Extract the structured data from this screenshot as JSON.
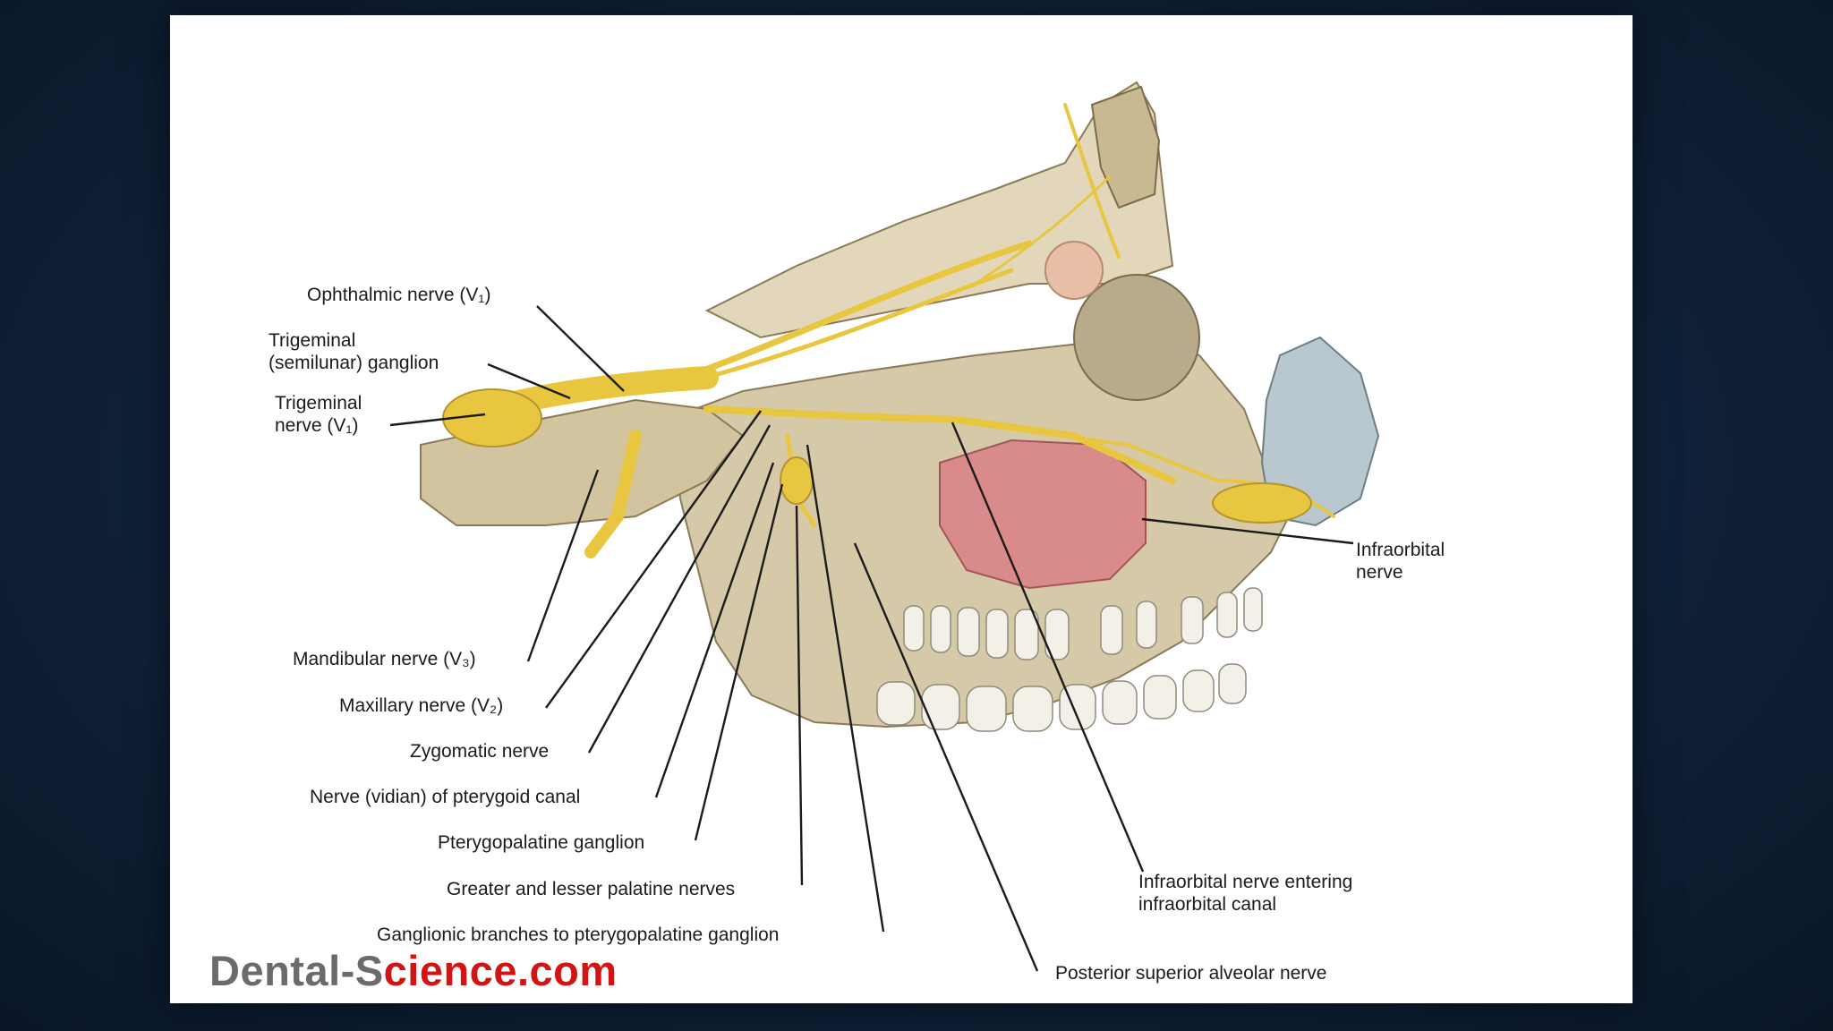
{
  "labels": {
    "ophthalmic": "Ophthalmic nerve (V₁)",
    "trig_ganglion": "Trigeminal\n(semilunar) ganglion",
    "trig_nerve": "Trigeminal\nnerve (V₁)",
    "mandibular": "Mandibular nerve (V₃)",
    "maxillary": "Maxillary nerve (V₂)",
    "zygomatic": "Zygomatic nerve",
    "vidian": "Nerve (vidian) of pterygoid canal",
    "ptery_ganglion": "Pterygopalatine ganglion",
    "palatine": "Greater and lesser palatine nerves",
    "ganglionic": "Ganglionic branches to pterygopalatine ganglion",
    "infraorbital": "Infraorbital\nnerve",
    "infra_canal": "Infraorbital nerve entering\ninfraorbital canal",
    "psa": "Posterior superior alveolar nerve"
  },
  "watermark": {
    "part1": "Dental-S",
    "part2": "cience",
    "part3": ".com"
  },
  "colors": {
    "background": "#10223a",
    "nerve": "#e8c640",
    "bone": "#d9cdb0",
    "sinus": "#d98b8b",
    "nasal_cartilage": "#b9c7cf",
    "watermark_red": "#d31414",
    "watermark_grey": "#6b6b6b"
  }
}
